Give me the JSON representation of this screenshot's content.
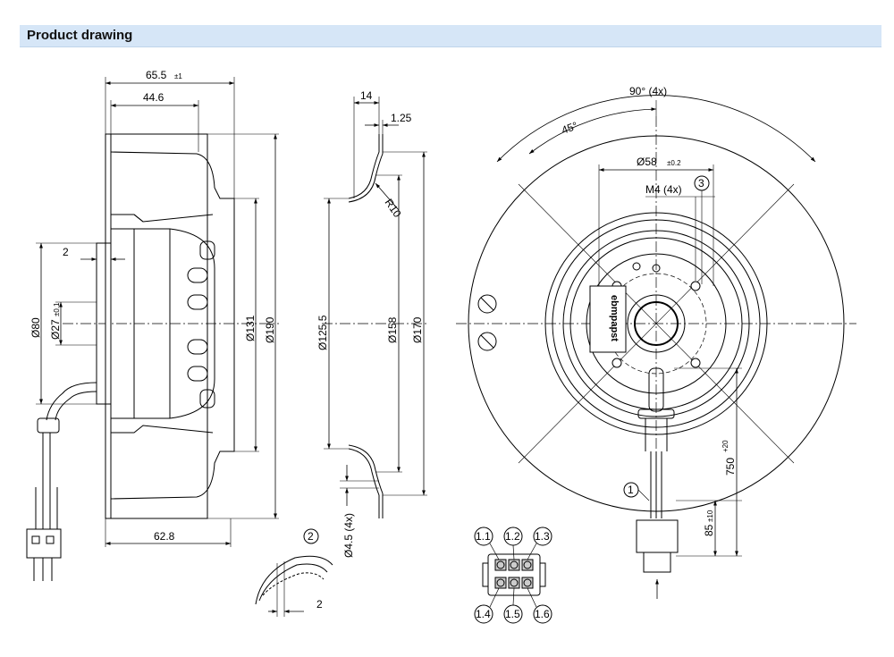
{
  "header": {
    "title": "Product drawing"
  },
  "side_view": {
    "dims": {
      "overall_width": "65.5",
      "overall_width_tol": "±1",
      "inlet_depth": "44.6",
      "base_width": "62.8",
      "offset": "2",
      "dia_80": "Ø80",
      "dia_27": "Ø27",
      "dia_27_tol": "±0.1",
      "dia_131": "Ø131",
      "dia_190": "Ø190"
    }
  },
  "section_view": {
    "dims": {
      "width_14": "14",
      "thickness": "1.25",
      "radius": "R10",
      "dia_125": "Ø125.5",
      "dia_158": "Ø158",
      "dia_170": "Ø170",
      "holes": "Ø4.5 (4x)"
    }
  },
  "detail": {
    "callout": "2",
    "dim": "2"
  },
  "connector": {
    "pins": [
      "1.1",
      "1.2",
      "1.3",
      "1.4",
      "1.5",
      "1.6"
    ]
  },
  "front_view": {
    "dims": {
      "angle_4x": "90° (4x)",
      "angle_45": "45°",
      "dia_58": "Ø58",
      "dia_58_tol": "±0.2",
      "thread": "M4 (4x)",
      "thread_callout": "3",
      "cable_callout": "1",
      "cable_len": "750",
      "cable_len_tol": "+20",
      "lead_len": "85",
      "lead_len_tol": "±10"
    },
    "label_brand": "ebmpapst"
  }
}
